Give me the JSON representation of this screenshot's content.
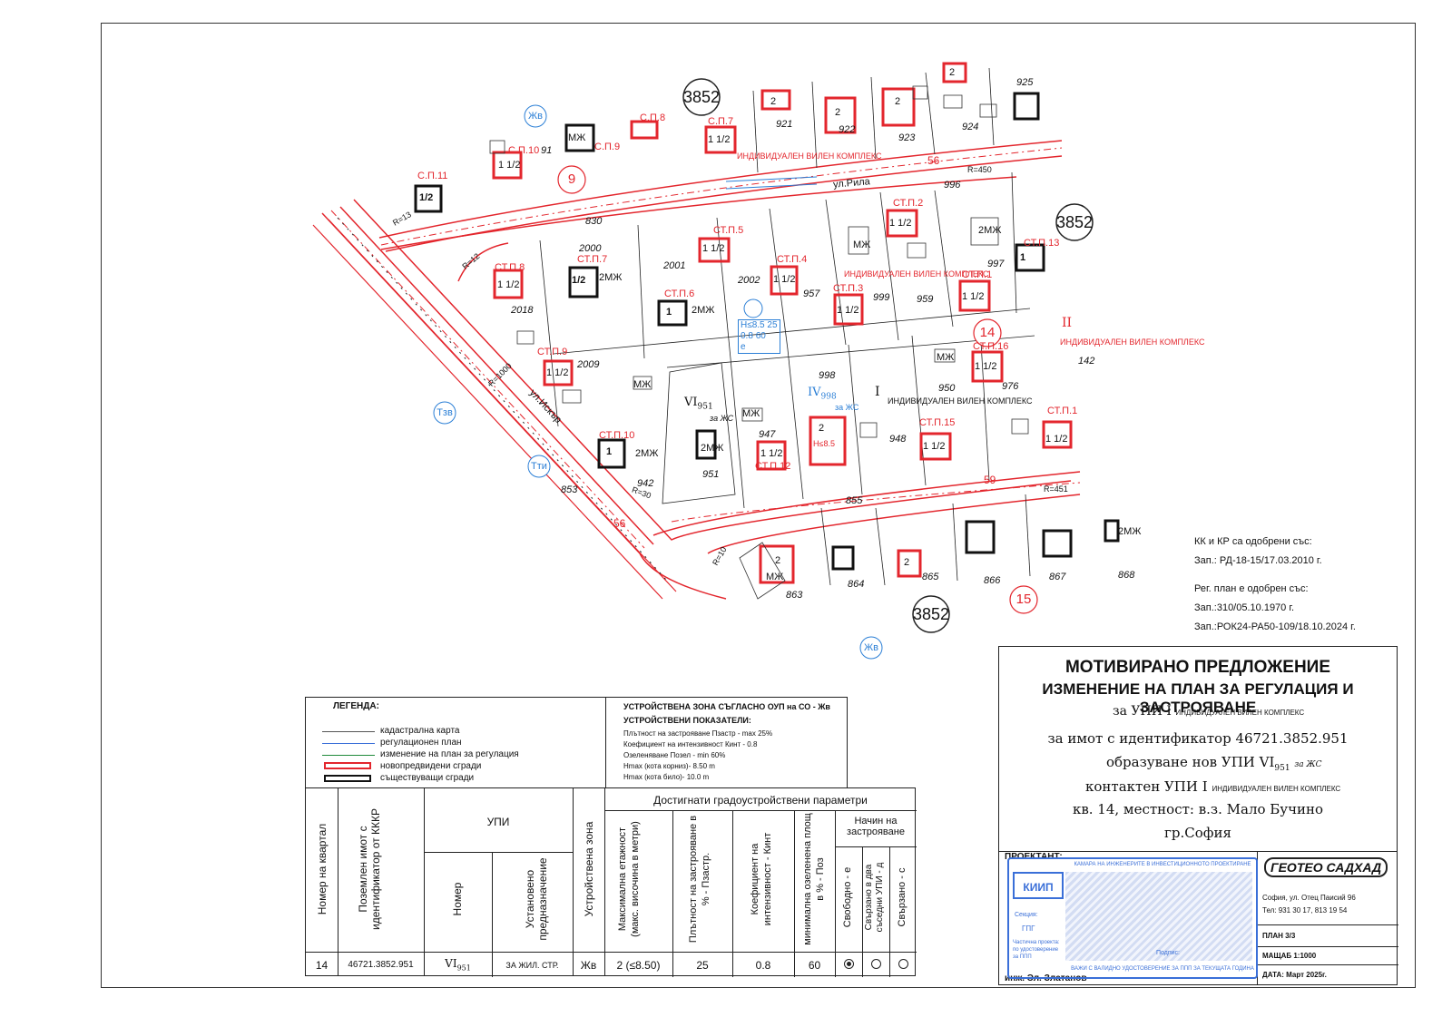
{
  "colors": {
    "cadastral": "#222222",
    "regulation": "#e3262d",
    "new_building": "#e3262d",
    "existing_building": "#111111",
    "blue": "#2b7fd6"
  },
  "map": {
    "quarter_circles": [
      {
        "id": "q3852a",
        "label": "3852"
      },
      {
        "id": "q3852b",
        "label": "3852"
      },
      {
        "id": "q3852c",
        "label": "3852"
      },
      {
        "id": "q9",
        "label": "9"
      },
      {
        "id": "q14",
        "label": "14"
      },
      {
        "id": "q15",
        "label": "15"
      }
    ],
    "streets": {
      "rila": "ул.Рила",
      "iskar": "ул.Искър"
    },
    "zones": [
      "Жв",
      "Тзв",
      "Тти",
      "Жв"
    ],
    "upi_labels": {
      "I_main": "I",
      "I_main_purpose": "ИНДИВИДУАЛЕН ВИЛЕН КОМПЛЕКС",
      "I_top_purpose": "ИНДИВИДУАЛЕН ВИЛЕН КОМПЛЕКС",
      "I_mid_purpose": "ИНДИВИДУАЛЕН ВИЛЕН КОМПЛЕКС",
      "II_right": "II",
      "II_right_purpose": "ИНДИВИДУАЛЕН ВИЛЕН КОМПЛЕКС",
      "VI_main": "VI",
      "VI_sub": "951",
      "VI_purpose": "за ЖС",
      "IV_main": "IV",
      "IV_sub": "998",
      "IV_purpose": "за ЖС"
    },
    "parcel_numbers": [
      "91",
      "830",
      "2000",
      "2001",
      "2002",
      "957",
      "999",
      "959",
      "996",
      "997",
      "142",
      "2018",
      "2009",
      "998",
      "950",
      "976",
      "947",
      "948",
      "942",
      "951",
      "853",
      "855",
      "863",
      "864",
      "865",
      "866",
      "867",
      "868",
      "921",
      "922",
      "923",
      "924",
      "925"
    ],
    "building_labels": [
      "С.П.11",
      "С.П.10",
      "С.П.9",
      "С.П.8",
      "С.П.7",
      "СТ.П.7",
      "СТ.П.8",
      "СТ.П.5",
      "СТ.П.4",
      "СТ.П.3",
      "СТ.П.2",
      "СТ.П.1",
      "СТ.П.13",
      "СТ.П.16",
      "СТ.П.15",
      "СТ.П.12",
      "СТ.П.10",
      "СТ.П.9",
      "СТ.П.6",
      "СТ.П.1"
    ],
    "storey_marks": [
      "1 1/2",
      "1/2",
      "2",
      "1",
      "2МЖ",
      "МЖ"
    ],
    "indicators": {
      "h": "Н≤8.5",
      "h_val": "25",
      "kint": "0.8",
      "green": "60",
      "mode": "е"
    },
    "radii": [
      "R=450",
      "R=451",
      "R=12",
      "R=13",
      "R=10",
      "R=30",
      "R=1000"
    ],
    "dim_values": [
      "56",
      "59",
      "56"
    ]
  },
  "approval_notes": {
    "kk_title": "КК и КР са одобрени със:",
    "kk_order": "Зап.: РД-18-15/17.03.2010 г.",
    "reg_title": "Рег. план е одобрен със:",
    "reg_order1": "Зап.:310/05.10.1970 г.",
    "reg_order2": "Зап.:РОК24-РА50-109/18.10.2024 г."
  },
  "legend": {
    "title": "ЛЕГЕНДА:",
    "items": [
      {
        "label": "кадастрална карта",
        "color": "#555555",
        "kind": "line"
      },
      {
        "label": "регулационен план",
        "color": "#3a6fd8",
        "kind": "line"
      },
      {
        "label": "изменение на план за регулация",
        "color": "#1f8a3a",
        "kind": "line"
      },
      {
        "label": "новопредвидени сгради",
        "color": "#e3262d",
        "kind": "rect"
      },
      {
        "label": "съществуващи сгради",
        "color": "#111111",
        "kind": "rect"
      }
    ],
    "zone_title": "УСТРОЙСТВЕНА ЗОНА СЪГЛАСНО ОУП на СО - Жв",
    "indicators_title": "УСТРОЙСТВЕНИ ПОКАЗАТЕЛИ:",
    "indicators": [
      "Плътност на застрояване Пзастр - max 25%",
      "Коефициент на интензивност Кинт - 0.8",
      "Озеленяване Позел - min 60%",
      "Hmax (кота корниз)- 8.50 m",
      "Hmax (кота било)- 10.0 m"
    ]
  },
  "table": {
    "col_quarter": "Номер на квартал",
    "col_parcel": "Поземлен имот с идентификатор от КККР",
    "upi_header": "УПИ",
    "col_number": "Номер",
    "col_purpose": "Установено предназначение",
    "col_zone": "Устройствена зона",
    "params_header": "Достигнати градоустройствени параметри",
    "col_height": "Максимална етажност (макс. височина в метри)",
    "col_density": "Плътност на застрояване в % - Пзастр.",
    "col_kint": "Коефициент на интензивност - Кинт",
    "col_green": "минимална озеленена площ в % - Поз",
    "mode_header": "Начин на застрояване",
    "col_free": "Свободно - е",
    "col_pair": "Свързано в два съседни УПИ - д",
    "col_linked": "Свързано - с",
    "row": {
      "quarter": "14",
      "parcel": "46721.3852.951",
      "number": "VI",
      "number_sub": "951",
      "purpose": "ЗА ЖИЛ. СТР.",
      "zone": "Жв",
      "height": "2 (≤8.50)",
      "density": "25",
      "kint": "0.8",
      "green": "60",
      "mode_selected": "free"
    }
  },
  "title_block": {
    "line1": "МОТИВИРАНО ПРЕДЛОЖЕНИЕ",
    "line2": "ИЗМЕНЕНИЕ НА ПЛАН ЗА РЕГУЛАЦИЯ И ЗАСТРОЯВАНЕ",
    "line3a": "за УПИ I",
    "line3b": "ИНДИВИДУАЛЕН ВИЛЕН КОМПЛЕКС",
    "line4": "за имот с идентификатор 46721.3852.951",
    "line5a": "образуване нов УПИ VI",
    "line5b": "951",
    "line5c": "за ЖС",
    "line6a": "контактен УПИ I",
    "line6b": "ИНДИВИДУАЛЕН ВИЛЕН КОМПЛЕКС",
    "line7": "кв. 14, местност: в.з. Мало Бучино",
    "line8": "гр.София"
  },
  "designer": {
    "label": "ПРОЕКТАНТ:",
    "stamp_top": "КАМАРА НА ИНЖЕНЕРИТЕ В ИНВЕСТИЦИОННОТО ПРОЕКТИРАНЕ",
    "stamp_logo": "КИИП",
    "stamp_section_label": "Секция:",
    "stamp_section": "ГПГ",
    "stamp_partial": "Частична проекта: по удостоверение за ППП",
    "stamp_bottom": "ВАЖИ С ВАЛИДНО УДОСТОВЕРЕНИЕ ЗА ППП ЗА ТЕКУЩАТА ГОДИНА",
    "stamp_sign": "Подпис:",
    "engineer": "инж. Эл. Златанов",
    "company_logo": "ГЕОТЕО САДХАД",
    "company_address": "София, ул. Отец Паисий 96",
    "company_phone": "Тел: 931 30 17, 813 19 54",
    "plan_no": "ПЛАН 3/3",
    "scale": "МАЩАБ 1:1000",
    "date": "ДАТА: Март 2025г."
  }
}
